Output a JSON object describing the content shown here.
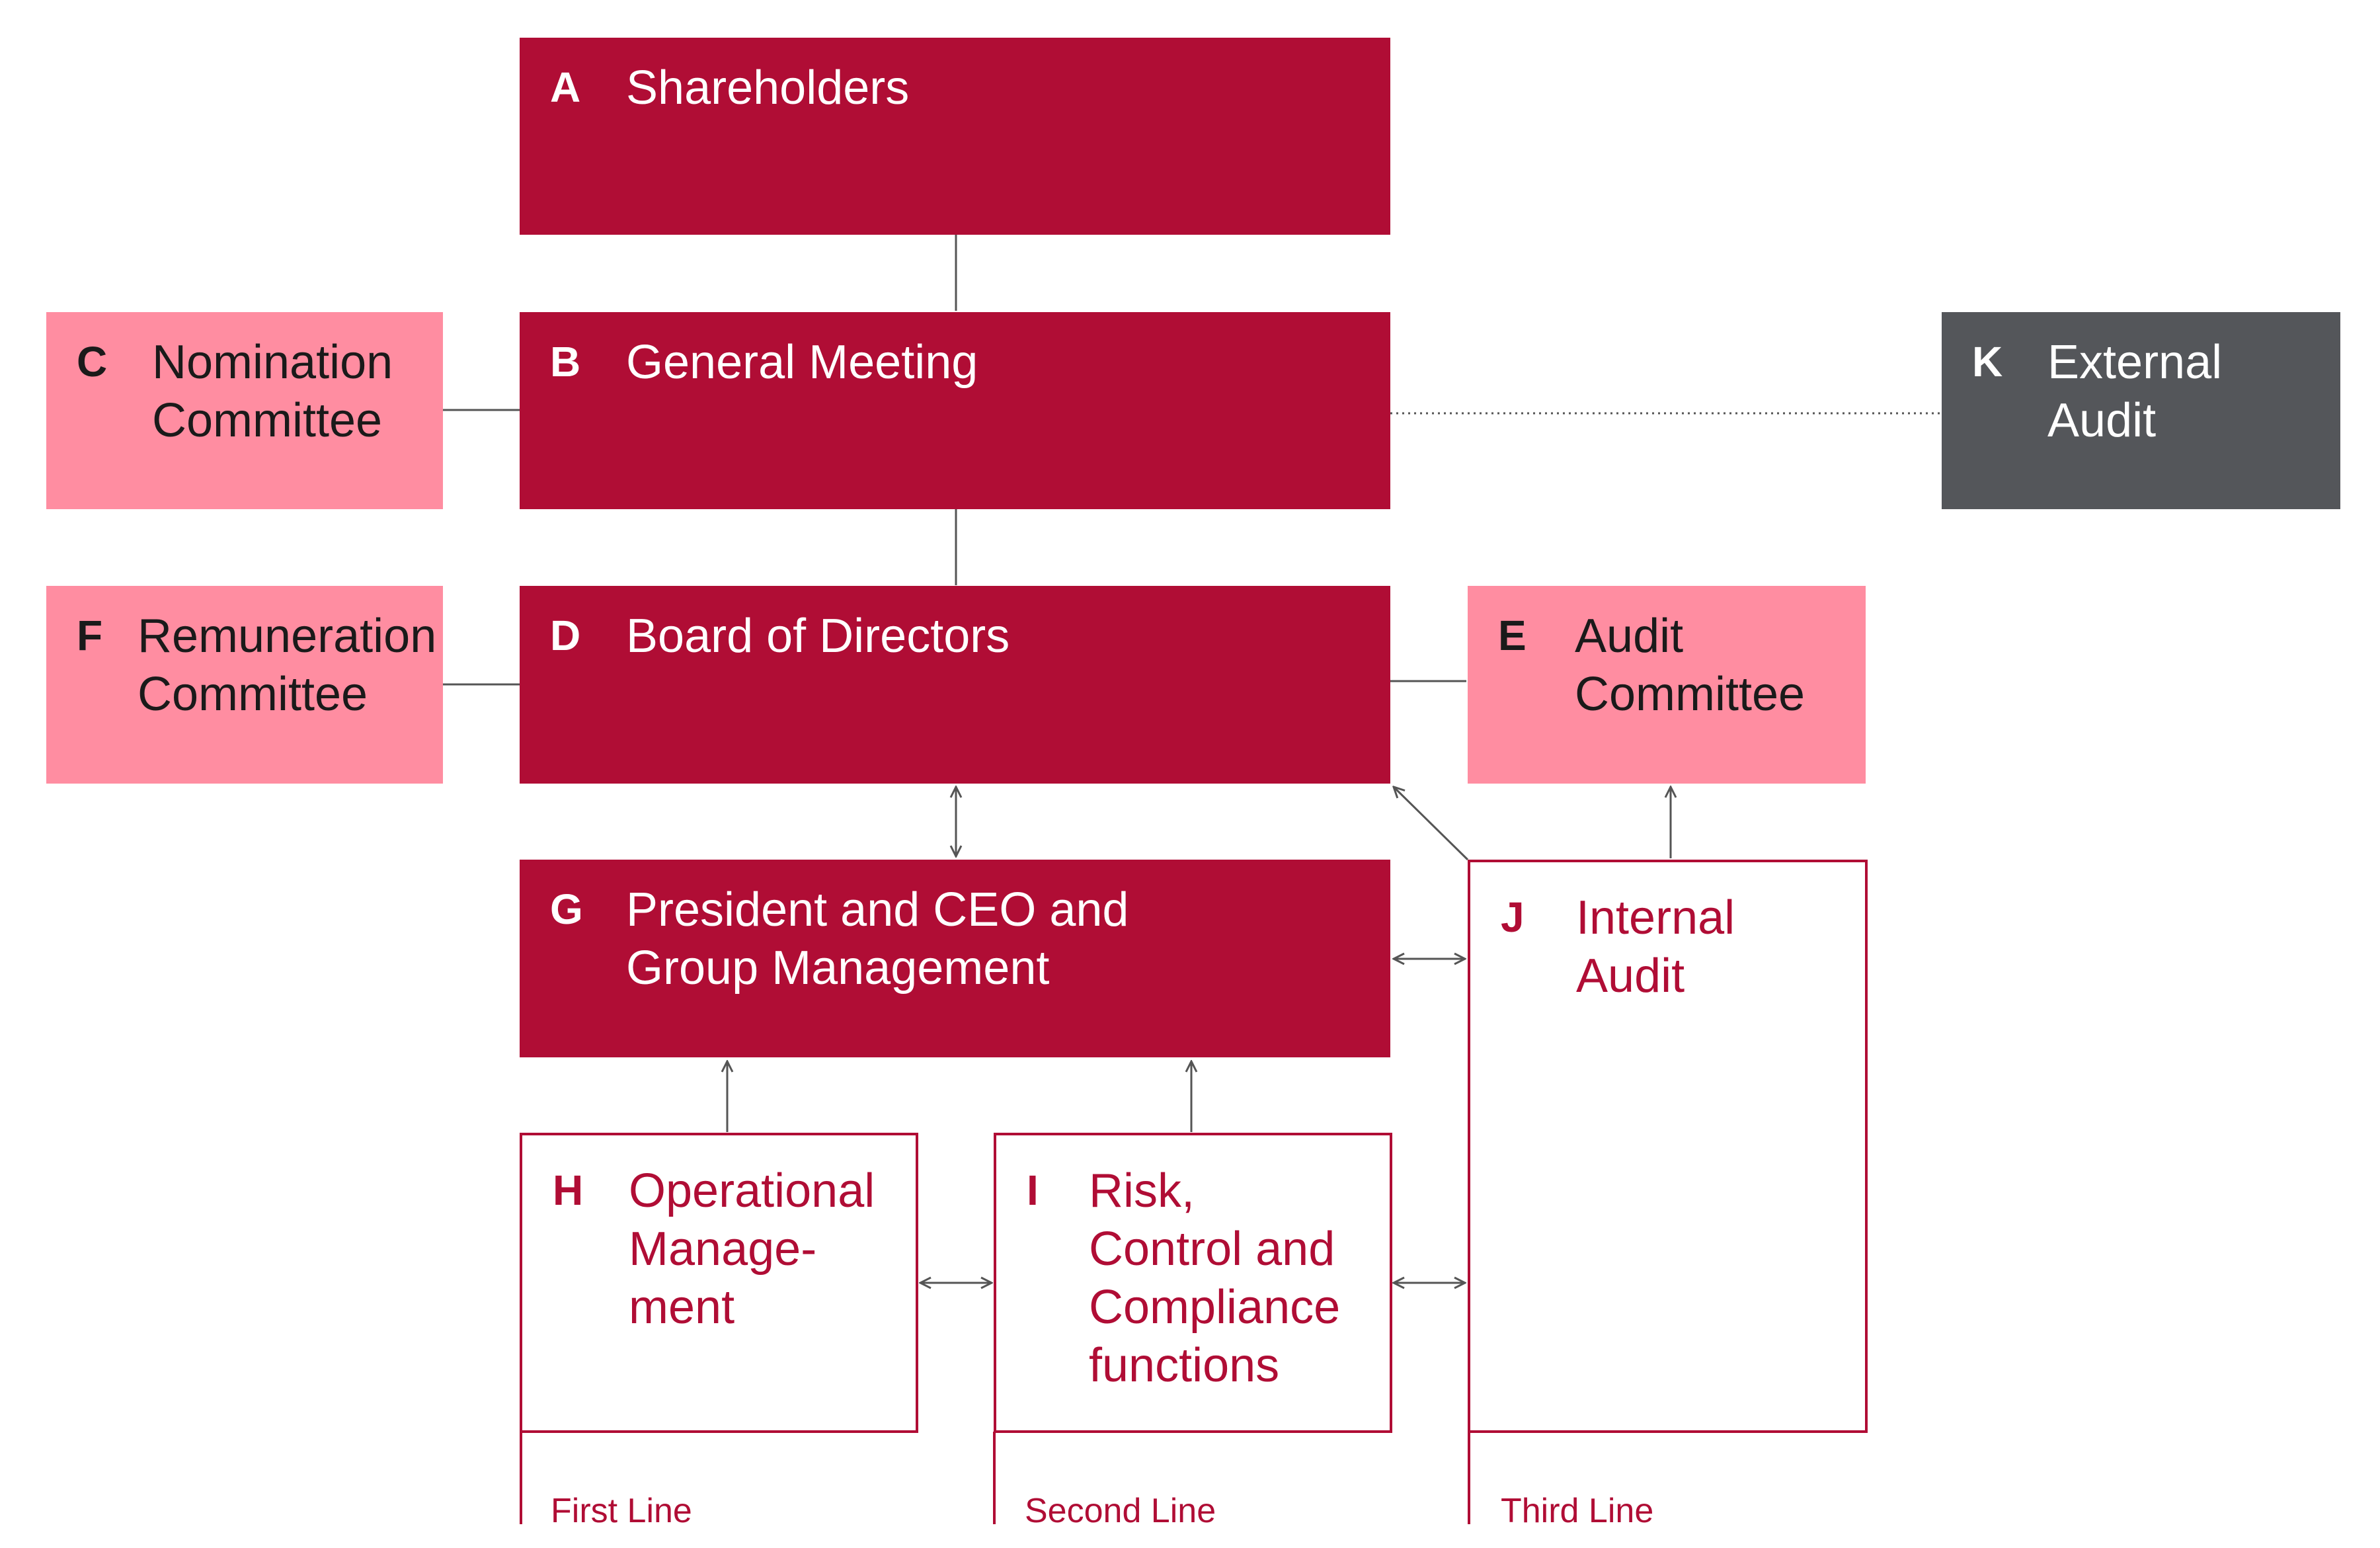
{
  "nodes": {
    "A": {
      "letter": "A",
      "label": "Shareholders"
    },
    "B": {
      "letter": "B",
      "label": "General Meeting"
    },
    "C": {
      "letter": "C",
      "label": "Nomination\nCommittee"
    },
    "D": {
      "letter": "D",
      "label": "Board of Directors"
    },
    "E": {
      "letter": "E",
      "label": "Audit\nCommittee"
    },
    "F": {
      "letter": "F",
      "label": "Remuneration\nCommittee"
    },
    "G": {
      "letter": "G",
      "label": "President and CEO and\nGroup Management"
    },
    "H": {
      "letter": "H",
      "label": "Operational\nManage-\nment"
    },
    "I": {
      "letter": "I",
      "label": "Risk,\nControl and\nCompliance\nfunctions"
    },
    "J": {
      "letter": "J",
      "label": "Internal\nAudit"
    },
    "K": {
      "letter": "K",
      "label": "External\nAudit"
    }
  },
  "lines_of_defense": {
    "first": "First Line",
    "second": "Second Line",
    "third": "Third Line"
  },
  "colors": {
    "primary": "#b00d35",
    "secondary": "#ff8da1",
    "external": "#54565a",
    "connector": "#555555"
  }
}
